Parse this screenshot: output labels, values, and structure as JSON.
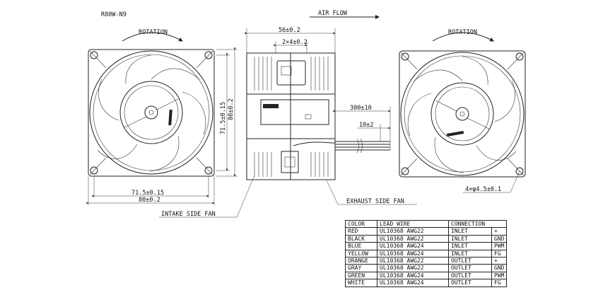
{
  "drawing": {
    "model": "R80W-N9",
    "air_flow_label": "AIR FLOW",
    "rotation_label": "ROTATION",
    "intake_label": "INTAKE SIDE FAN",
    "exhaust_label": "EXHAUST SIDE FAN",
    "dims": {
      "depth": "56±0.2",
      "two_by_four": "2×4±0.2",
      "lead_length": "300±10",
      "strip_length": "10±2",
      "hole_pitch_h": "71.5±0.15",
      "width": "80±0.2",
      "hole_pitch_v": "71.5±0.15",
      "height": "80±0.2",
      "holes": "4×φ4.5±0.1"
    }
  },
  "wire_table": {
    "headers": [
      "COLOR",
      "LEAD WIRE",
      "CONNECTION"
    ],
    "rows": [
      [
        "RED",
        "UL10368 AWG22",
        "INLET",
        "+"
      ],
      [
        "BLACK",
        "UL10368 AWG22",
        "INLET",
        "GND"
      ],
      [
        "BLUE",
        "UL10368 AWG24",
        "INLET",
        "PWM"
      ],
      [
        "YELLOW",
        "UL10368 AWG24",
        "INLET",
        "FG"
      ],
      [
        "ORANGE",
        "UL10368 AWG22",
        "OUTLET",
        "+"
      ],
      [
        "GRAY",
        "UL10368 AWG22",
        "OUTLET",
        "GND"
      ],
      [
        "GREEN",
        "UL10368 AWG24",
        "OUTLET",
        "PWM"
      ],
      [
        "WHITE",
        "UL10368 AWG24",
        "OUTLET",
        "FG"
      ]
    ]
  }
}
